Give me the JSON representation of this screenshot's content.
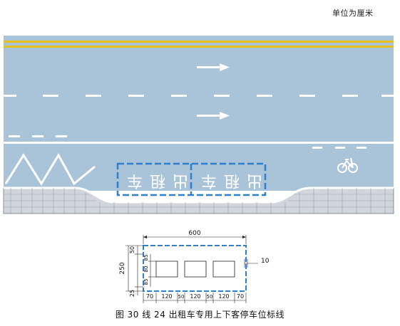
{
  "unit_note": "单位为厘米",
  "caption": "图 30   线 24   出租车专用上下客停车位标线",
  "stall_word": "出租车",
  "colors": {
    "road": "#a9c3d9",
    "yellow_line": "#e6c21f",
    "white_line": "#ffffff",
    "stall_marking": "#2f7fcf",
    "curb": "#d2d6dc"
  },
  "icons": [
    "arrow-icon",
    "bicycle-icon"
  ],
  "dimensions": {
    "total_length": "600",
    "line_width": "10",
    "height_total": "250",
    "height_top": "50",
    "height_char_top": "85",
    "height_char_mid": "80",
    "height_char_bottom": "85",
    "height_bottom": "25",
    "bottom_segments": [
      "70",
      "120",
      "50",
      "120",
      "50",
      "120",
      "70"
    ]
  }
}
